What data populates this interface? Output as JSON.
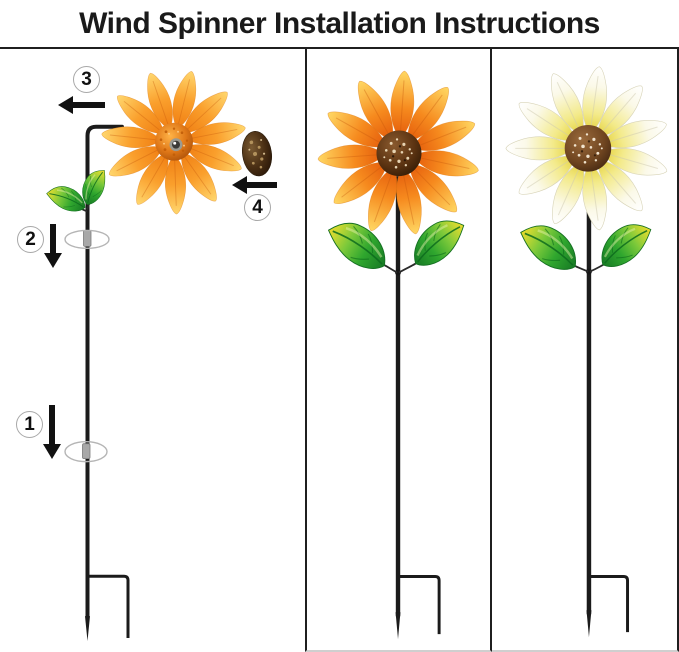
{
  "title": "Wind Spinner Installation Instructions",
  "steps": [
    {
      "num": "1",
      "arrow": "down"
    },
    {
      "num": "2",
      "arrow": "down"
    },
    {
      "num": "3",
      "arrow": "left"
    },
    {
      "num": "4",
      "arrow": "left"
    }
  ],
  "colors": {
    "title_text": "#1a1a1a",
    "panel_border": "#1f1f1f",
    "pole_black": "#1b1b1b",
    "petal_orange_base": "#e3590a",
    "petal_orange_mid": "#f68a1e",
    "petal_orange_tip": "#ffd863",
    "petal_white": "#fdfcf4",
    "petal_yellow_base": "#e3cf35",
    "flower_center_brown": "#5a3211",
    "daisy_center_brown": "#6f4520",
    "cap_brown": "#46290f",
    "leaf_green": "#2fa62e",
    "leaf_yellow_tip": "#ecd92a",
    "ring_gray": "#b5b5b5",
    "badge_border_gray": "#a8a8a8",
    "arrow_black": "#111111"
  }
}
